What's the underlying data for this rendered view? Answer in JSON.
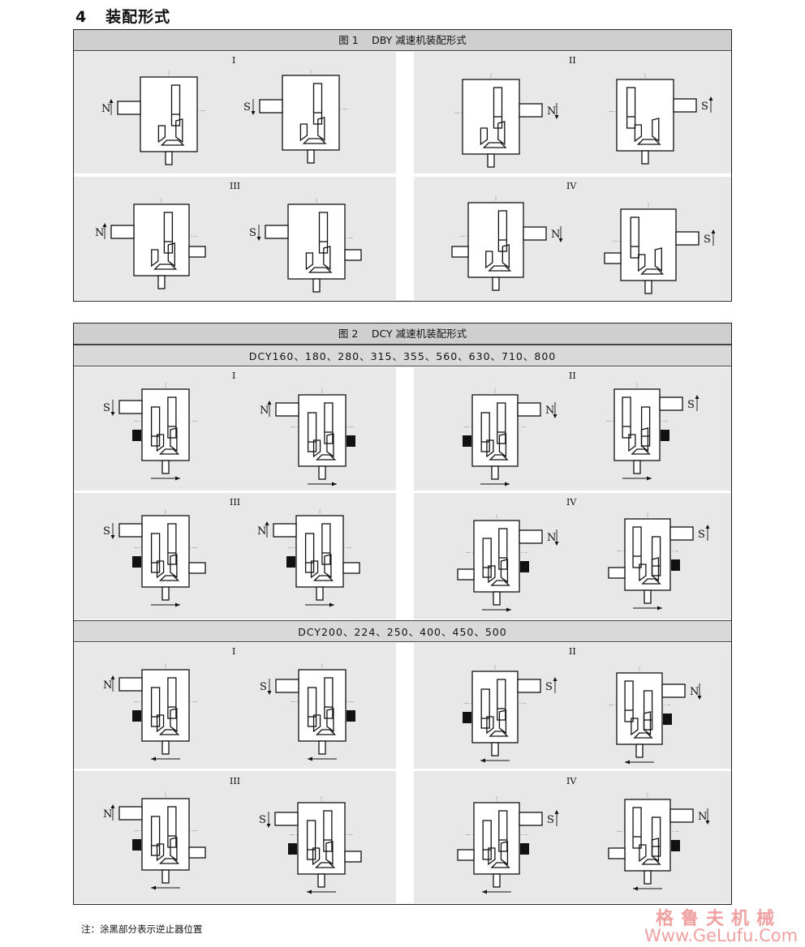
{
  "section": {
    "number": "4",
    "title": "装配形式"
  },
  "fig1": {
    "caption": "图 1　 DBY 减速机装配形式",
    "groups": [
      "I",
      "II",
      "III",
      "IV"
    ],
    "labels": {
      "I": [
        "N",
        "S"
      ],
      "II": [
        "N",
        "S"
      ],
      "III": [
        "N",
        "S"
      ],
      "IV": [
        "N",
        "S"
      ]
    }
  },
  "fig2": {
    "caption": "图 2　 DCY 减速机装配形式",
    "series_a": {
      "label": "DCY160、180、280、315、355、560、630、710、800",
      "groups": [
        "I",
        "II",
        "III",
        "IV"
      ],
      "labels": {
        "I": [
          "S",
          "N"
        ],
        "II": [
          "N",
          "S"
        ],
        "III": [
          "S",
          "N"
        ],
        "IV": [
          "N",
          "S"
        ]
      }
    },
    "series_b": {
      "label": "DCY200、224、250、400、450、500",
      "groups": [
        "I",
        "II",
        "III",
        "IV"
      ],
      "labels": {
        "I": [
          "N",
          "S"
        ],
        "II": [
          "S",
          "N"
        ],
        "III": [
          "N",
          "S"
        ],
        "IV": [
          "S",
          "N"
        ]
      }
    }
  },
  "note": "注：涂黑部分表示逆止器位置",
  "watermark": {
    "line1": "格鲁夫机械",
    "line2": "Www.GeLufu.Com",
    "color": "#f0a0a0"
  }
}
